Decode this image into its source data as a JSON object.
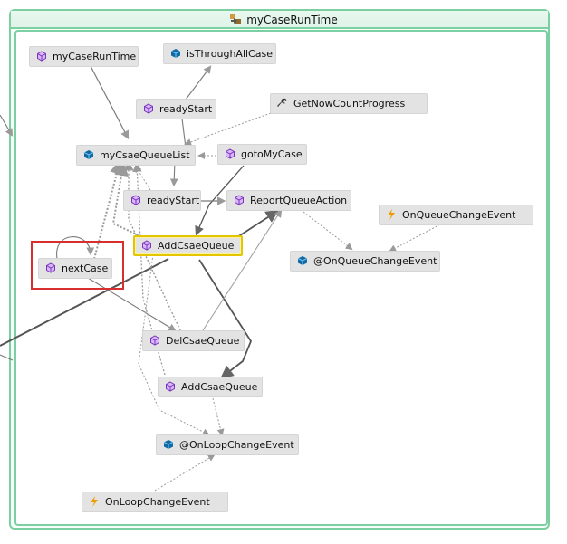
{
  "group": {
    "title": "myCaseRunTime",
    "title_icon": "class-diagram-icon"
  },
  "nodes": {
    "myCaseRunTime": {
      "label": "myCaseRunTime",
      "icon": "method-icon"
    },
    "isThroughAllCase": {
      "label": "isThroughAllCase",
      "icon": "field-icon"
    },
    "readyStart1": {
      "label": "readyStart",
      "icon": "method-icon"
    },
    "getNowCountProgress": {
      "label": "GetNowCountProgress",
      "icon": "property-icon"
    },
    "myCsaeQueueList": {
      "label": "myCsaeQueueList",
      "icon": "field-icon"
    },
    "gotoMyCase": {
      "label": "gotoMyCase",
      "icon": "method-icon"
    },
    "readyStart2": {
      "label": "readyStart",
      "icon": "method-icon"
    },
    "reportQueueAction": {
      "label": "ReportQueueAction",
      "icon": "method-icon"
    },
    "onQueueChangeEvent": {
      "label": "OnQueueChangeEvent",
      "icon": "event-icon"
    },
    "addCsaeQueueSelected": {
      "label": "AddCsaeQueue",
      "icon": "method-icon"
    },
    "nextCase": {
      "label": "nextCase",
      "icon": "method-icon"
    },
    "atOnQueueChangeEvent": {
      "label": "@OnQueueChangeEvent",
      "icon": "field-icon"
    },
    "delCsaeQueue": {
      "label": "DelCsaeQueue",
      "icon": "method-icon"
    },
    "addCsaeQueue2": {
      "label": "AddCsaeQueue",
      "icon": "method-icon"
    },
    "atOnLoopChangeEvent": {
      "label": "@OnLoopChangeEvent",
      "icon": "field-icon"
    },
    "onLoopChangeEvent": {
      "label": "OnLoopChangeEvent",
      "icon": "event-icon"
    }
  },
  "highlight": {
    "selected_node": "addCsaeQueueSelected",
    "annotation_box_target": "nextCase",
    "annotation_color": "#d92e2e"
  },
  "colors": {
    "frame_border": "#7ccfa0",
    "node_fill": "#e3e3e3",
    "selection_border": "#e3c500",
    "solid_edge": "#666666",
    "dashed_edge": "#9a9a9a"
  }
}
